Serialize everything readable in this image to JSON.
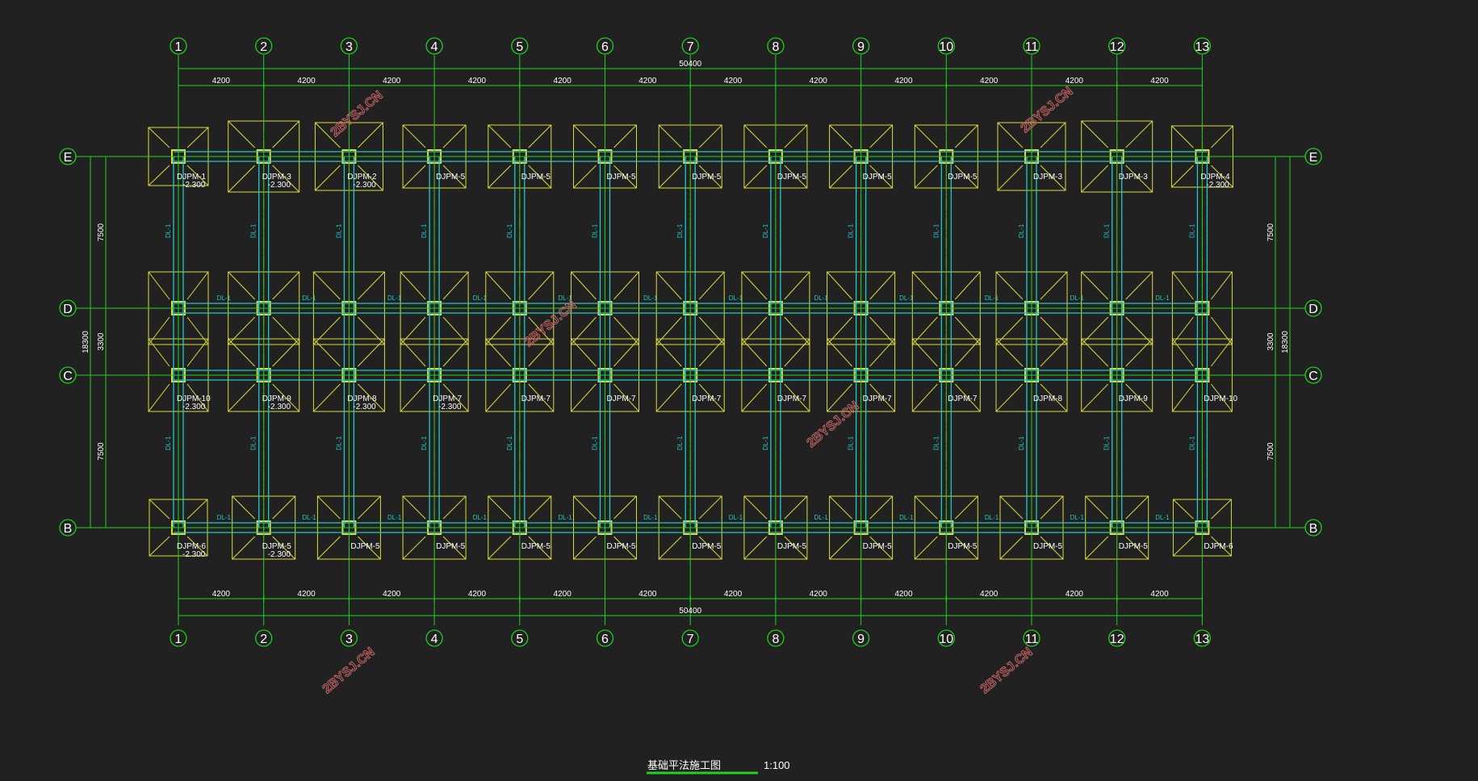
{
  "drawing": {
    "title": "基础平法施工图",
    "scale": "1:100",
    "watermark": "2BYSJ.CN",
    "colors": {
      "background": "#212121",
      "grid": "#1ed21e",
      "beam": "#23c8c8",
      "footing": "#dcdc3c",
      "axis_center": "#e63232",
      "text": "#ffffff",
      "watermark": "#c86464"
    },
    "axes_vertical": [
      "1",
      "2",
      "3",
      "4",
      "5",
      "6",
      "7",
      "8",
      "9",
      "10",
      "11",
      "12",
      "13"
    ],
    "axes_horizontal": [
      "E",
      "D",
      "C",
      "B"
    ],
    "bay_dims_x": [
      "4200",
      "4200",
      "4200",
      "4200",
      "4200",
      "4200",
      "4200",
      "4200",
      "4200",
      "4200",
      "4200",
      "4200"
    ],
    "total_x": "50400",
    "bay_dims_y": [
      "7500",
      "3300",
      "7500"
    ],
    "total_y": "18300",
    "beam_label": "DL-1",
    "beam_label_short": "DL-",
    "row_E_labels": [
      [
        "DJPM-1",
        "-2.300"
      ],
      [
        "DJPM-3",
        "-2.300"
      ],
      [
        "DJPM-2",
        "-2.300"
      ],
      [
        "DJPM-5",
        ""
      ],
      [
        "DJPM-5",
        ""
      ],
      [
        "DJPM-5",
        ""
      ],
      [
        "DJPM-5",
        ""
      ],
      [
        "DJPM-5",
        ""
      ],
      [
        "DJPM-5",
        ""
      ],
      [
        "DJPM-5",
        ""
      ],
      [
        "DJPM-3",
        ""
      ],
      [
        "DJPM-3",
        ""
      ],
      [
        "DJPM-4",
        "-2.300"
      ]
    ],
    "row_C_labels": [
      [
        "DJPM-10",
        "-2.300"
      ],
      [
        "DJPM-9",
        "-2.300"
      ],
      [
        "DJPM-8",
        "-2.300"
      ],
      [
        "DJPM-7",
        "-2.300"
      ],
      [
        "DJPM-7",
        ""
      ],
      [
        "DJPM-7",
        ""
      ],
      [
        "DJPM-7",
        ""
      ],
      [
        "DJPM-7",
        ""
      ],
      [
        "DJPM-7",
        ""
      ],
      [
        "DJPM-7",
        ""
      ],
      [
        "DJPM-8",
        ""
      ],
      [
        "DJPM-9",
        ""
      ],
      [
        "DJPM-10",
        ""
      ]
    ],
    "row_B_labels": [
      [
        "DJPM-6",
        "-2.300"
      ],
      [
        "DJPM-5",
        "-2.300"
      ],
      [
        "DJPM-5",
        ""
      ],
      [
        "DJPM-5",
        ""
      ],
      [
        "DJPM-5",
        ""
      ],
      [
        "DJPM-5",
        ""
      ],
      [
        "DJPM-5",
        ""
      ],
      [
        "DJPM-5",
        ""
      ],
      [
        "DJPM-5",
        ""
      ],
      [
        "DJPM-5",
        ""
      ],
      [
        "DJPM-5",
        ""
      ],
      [
        "DJPM-5",
        ""
      ],
      [
        "DJPM-6",
        ""
      ]
    ]
  }
}
